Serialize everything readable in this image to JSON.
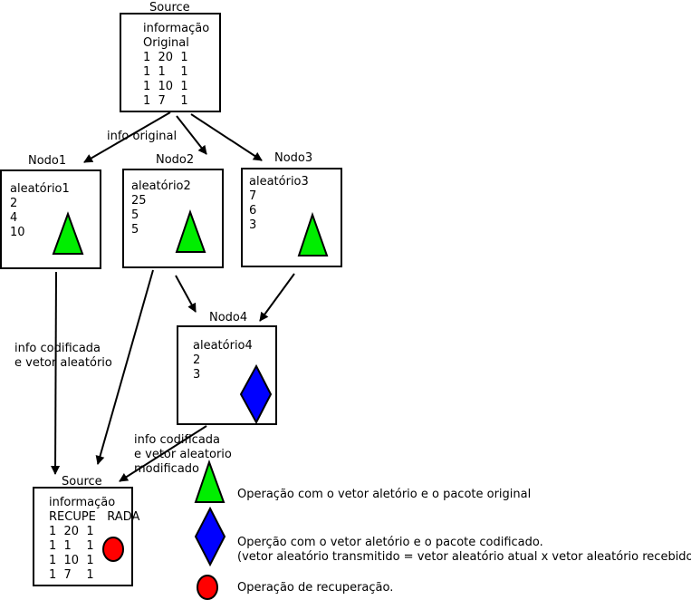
{
  "source_top": {
    "title": "Source",
    "lines": [
      "informação",
      "Original",
      "1  20  1",
      "1  1    1",
      "1  10  1",
      "1  7    1"
    ]
  },
  "nodo1": {
    "title": "Nodo1",
    "lines": [
      "aleatório1",
      "2",
      "4",
      "10"
    ]
  },
  "nodo2": {
    "title": "Nodo2",
    "lines": [
      "aleatório2",
      "25",
      "5",
      "5"
    ]
  },
  "nodo3": {
    "title": "Nodo3",
    "lines": [
      "aleatório3",
      "7",
      "6",
      "3"
    ]
  },
  "nodo4": {
    "title": "Nodo4",
    "lines": [
      "aleatório4",
      "2",
      "3"
    ]
  },
  "source_bottom": {
    "title": "Source",
    "lines": [
      "informação",
      "RECUPE   RADA",
      "1  20  1",
      "1  1    1",
      "1  10  1",
      "1  7    1"
    ]
  },
  "edge_labels": {
    "info_original": "info original",
    "info_codificada": [
      "info codificada",
      "e vetor aleatório"
    ],
    "info_codificada_mod": [
      "info codificada",
      "e vetor aleatorio",
      "modificado"
    ]
  },
  "legend": {
    "triangle": "Operação com o vetor aletório e o pacote original",
    "diamond": [
      "Operção com o vetor aletório e o pacote codificado.",
      "(vetor aleatório transmitido = vetor aleatório atual x vetor aleatório recebido)"
    ],
    "circle": "Operação de recuperação."
  },
  "colors": {
    "triangle": "#00ee00",
    "diamond": "#0000ff",
    "circle": "#ff0000"
  },
  "icons": [
    "triangle-icon",
    "diamond-icon",
    "circle-icon"
  ]
}
